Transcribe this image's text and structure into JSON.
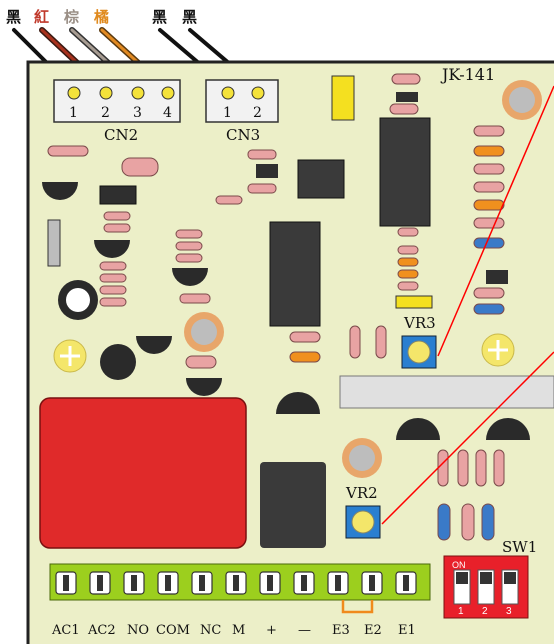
{
  "board": {
    "model": "JK-141",
    "colors": {
      "pcb": "#ecefc8",
      "relay": "#e02a2a",
      "terminal": "#9ccf1e",
      "dip": "#e8202a",
      "trimmer": "#2a7fd0",
      "pointer": "#ff0000",
      "jumper": "#f08a1c",
      "outline": "#222222"
    }
  },
  "wire_labels": [
    {
      "text": "黑",
      "color": "#111111"
    },
    {
      "text": "紅",
      "color": "#c0392b"
    },
    {
      "text": "棕",
      "color": "#9a8f86"
    },
    {
      "text": "橘",
      "color": "#e08a1e"
    },
    {
      "text": "黑",
      "color": "#111111"
    },
    {
      "text": "黑",
      "color": "#111111"
    }
  ],
  "connectors": {
    "cn2": {
      "label": "CN2",
      "pins": [
        "1",
        "2",
        "3",
        "4"
      ]
    },
    "cn3": {
      "label": "CN3",
      "pins": [
        "1",
        "2"
      ]
    }
  },
  "trimmers": {
    "vr3": "VR3",
    "vr2": "VR2"
  },
  "dip_switch": {
    "label": "SW1",
    "on_label": "ON",
    "positions": [
      "1",
      "2",
      "3"
    ]
  },
  "terminal_labels": [
    "AC1",
    "AC2",
    "NO",
    "COM",
    "NC",
    "M",
    "+",
    "—",
    "E3",
    "E2",
    "E1"
  ]
}
